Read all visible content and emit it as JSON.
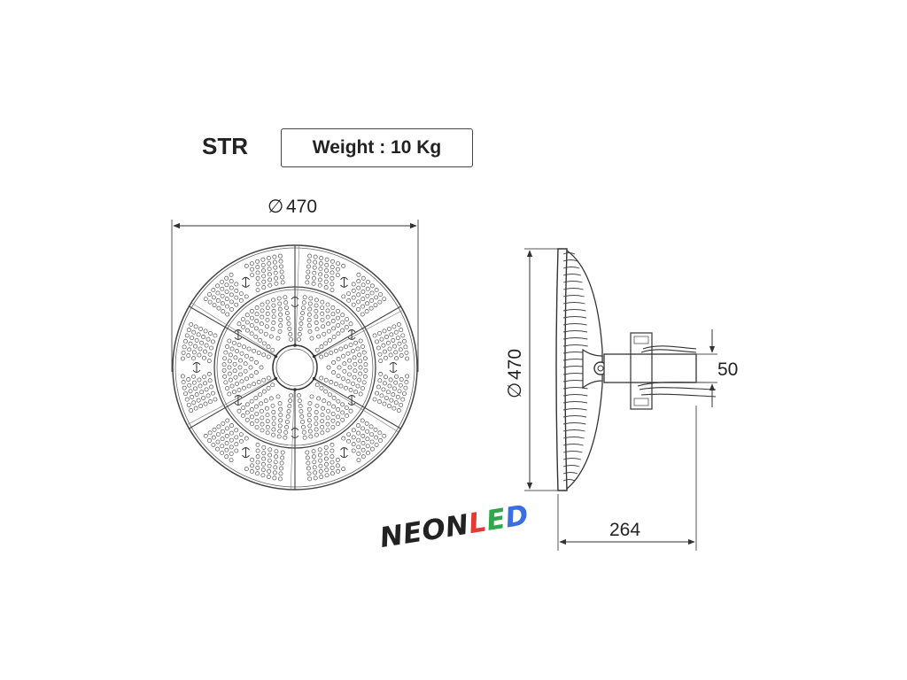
{
  "model": "STR",
  "weight_label": "Weight : 10 Kg",
  "dimensions": {
    "front_diameter": "470",
    "side_height": "470",
    "side_depth": "264",
    "bracket_height": "50"
  },
  "brand": {
    "part1": "NEON",
    "part2": "L",
    "part3": "E",
    "part4": "D",
    "colors": {
      "neon": "#222222",
      "l": "#e53935",
      "e": "#2ea84b",
      "d": "#3b6fe0"
    }
  }
}
